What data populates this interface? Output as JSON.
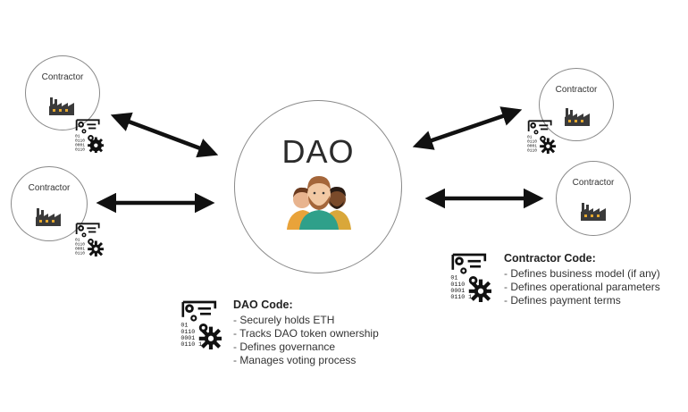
{
  "dao": {
    "title": "DAO",
    "code": {
      "heading": "DAO Code:",
      "items": [
        "Securely holds ETH",
        "Tracks DAO token ownership",
        "Defines governance",
        "Manages voting process"
      ]
    }
  },
  "contractors": [
    {
      "label": "Contractor"
    },
    {
      "label": "Contractor"
    },
    {
      "label": "Contractor"
    },
    {
      "label": "Contractor"
    }
  ],
  "contractor_code": {
    "heading": "Contractor Code:",
    "items": [
      "Defines business model (if any)",
      "Defines operational parameters",
      "Defines payment terms"
    ]
  },
  "code_icon": {
    "binary_lines": [
      "01",
      "0110",
      "0001",
      "0110 1"
    ]
  },
  "colors": {
    "arrow": "#111111",
    "circle_border": "#8a8a8a",
    "factory": "#3a3a3a",
    "factory_window": "#e3a72f",
    "skin_left": "#e8b48f",
    "shirt_left": "#e9a33a",
    "hair_left": "#6b3b1f",
    "skin_center": "#f2c9a4",
    "shirt_center": "#2fa08a",
    "beard_center": "#a4663a",
    "skin_right": "#7a4a2a",
    "shirt_right": "#d9a73a",
    "hair_right": "#2a1c14"
  }
}
